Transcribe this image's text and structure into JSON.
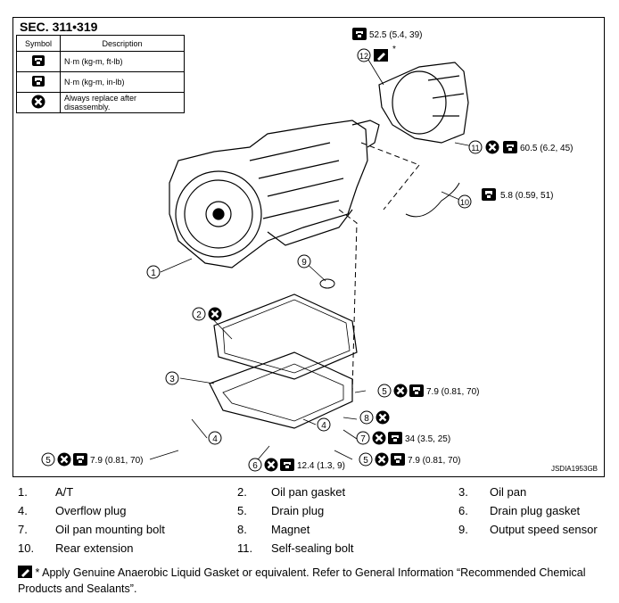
{
  "section": "SEC. 311•319",
  "symbol_table": {
    "header_symbol": "Symbol",
    "header_description": "Description",
    "rows": [
      {
        "icon": "torque-wrench-icon",
        "description": "N·m (kg-m, ft-lb)"
      },
      {
        "icon": "torque-wrench-inlb-icon",
        "description": "N·m (kg-m, in-lb)"
      },
      {
        "icon": "replace-x-icon",
        "description": "Always replace after disassembly."
      }
    ]
  },
  "callouts": {
    "c12_torque": "52.5 (5.4, 39)",
    "c12_star": "*",
    "c11_torque": "60.5 (6.2, 45)",
    "c10_torque": "5.8 (0.59, 51)",
    "c5a_torque": "7.9 (0.81, 70)",
    "c7_torque": "34 (3.5, 25)",
    "c5b_torque": "7.9 (0.81, 70)",
    "c5c_torque": "7.9 (0.81, 70)",
    "c6_torque": "12.4 (1.3, 9)"
  },
  "numbers": {
    "n1": "1",
    "n2": "2",
    "n3": "3",
    "n4": "4",
    "n4b": "4",
    "n5a": "5",
    "n5b": "5",
    "n5c": "5",
    "n6": "6",
    "n7": "7",
    "n8": "8",
    "n9": "9",
    "n10": "10",
    "n11": "11",
    "n12": "12"
  },
  "figure_code": "JSDIA1953GB",
  "parts": [
    {
      "num": "1.",
      "name": "A/T"
    },
    {
      "num": "2.",
      "name": "Oil pan gasket"
    },
    {
      "num": "3.",
      "name": "Oil pan"
    },
    {
      "num": "4.",
      "name": "Overflow plug"
    },
    {
      "num": "5.",
      "name": "Drain plug"
    },
    {
      "num": "6.",
      "name": "Drain plug gasket"
    },
    {
      "num": "7.",
      "name": "Oil pan mounting bolt"
    },
    {
      "num": "8.",
      "name": "Magnet"
    },
    {
      "num": "9.",
      "name": "Output speed sensor"
    },
    {
      "num": "10.",
      "name": "Rear extension"
    },
    {
      "num": "11.",
      "name": "Self-sealing bolt"
    }
  ],
  "note": "* Apply Genuine Anaerobic Liquid Gasket or equivalent. Refer to General Information “Recommended Chemical Products and Sealants”."
}
